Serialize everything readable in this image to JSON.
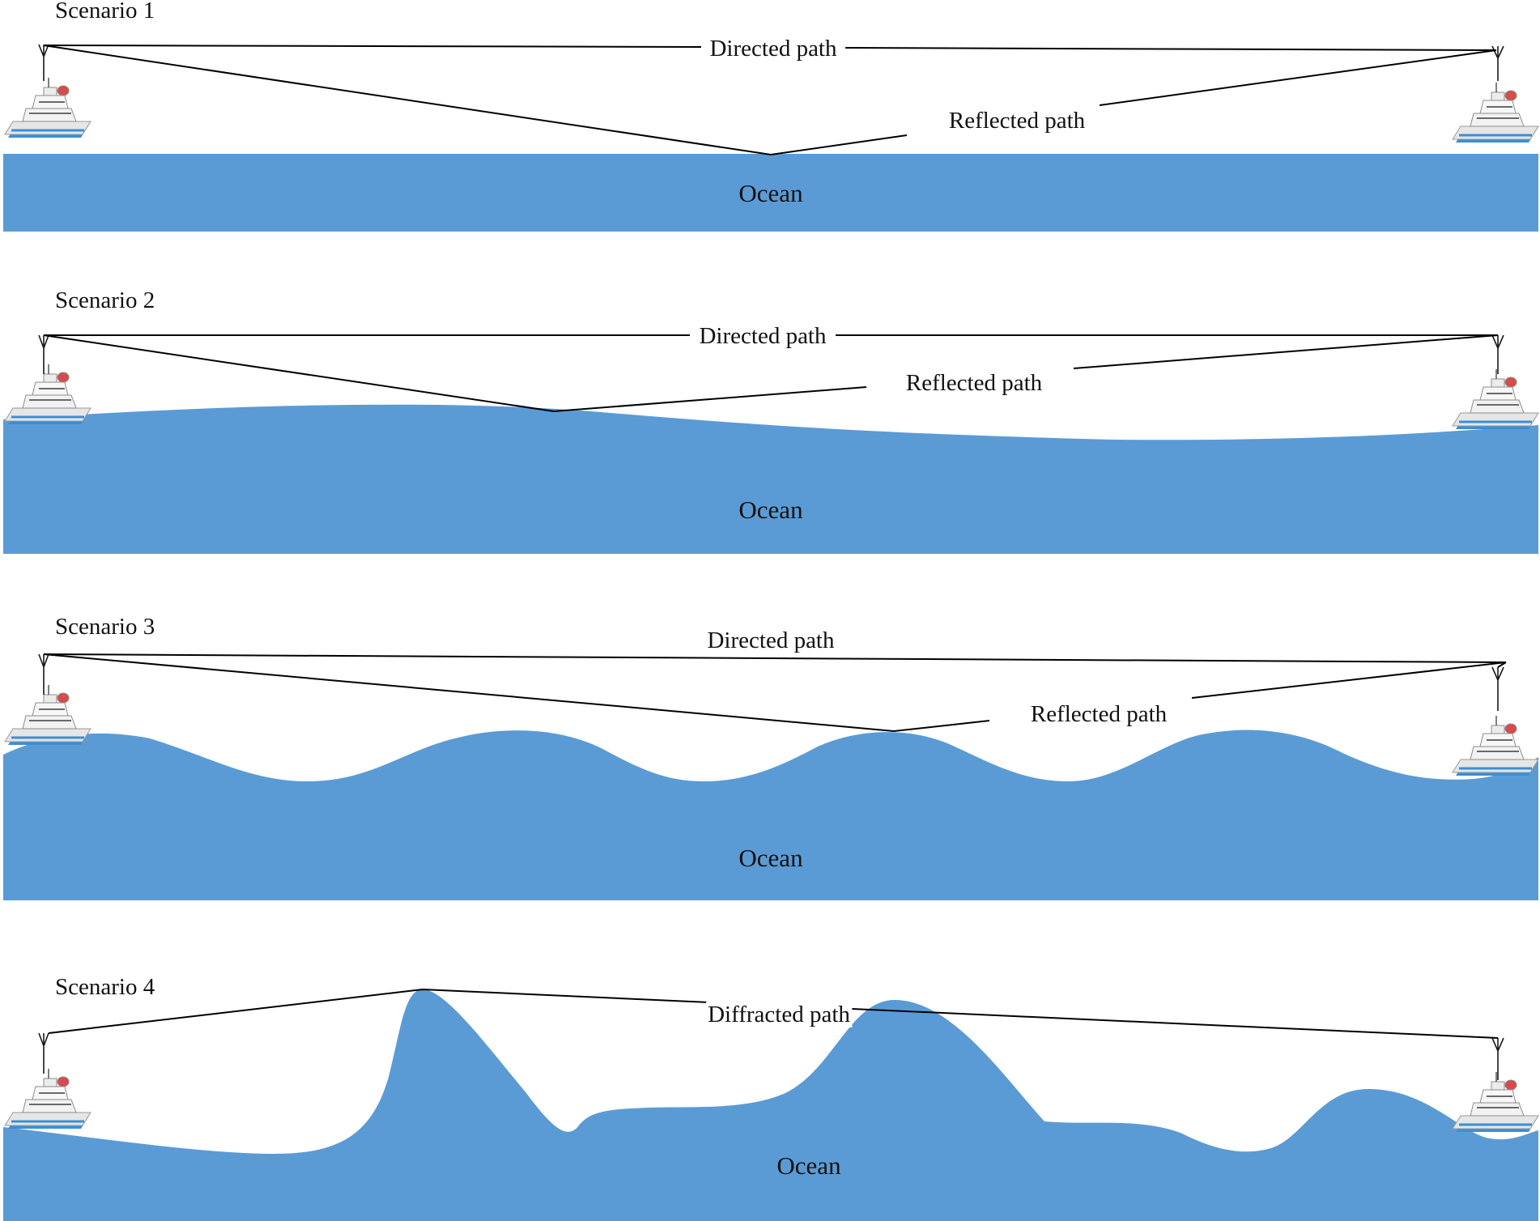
{
  "colors": {
    "ocean": "#5b9bd5",
    "ray": "#000000",
    "ship_hull": "#e6e6e6",
    "ship_stripe": "#3a8fd6"
  },
  "icons": {
    "ship": "ship-icon",
    "antenna": "antenna-icon"
  },
  "scenarios": [
    {
      "title": "Scenario 1",
      "path1_label": "Directed path",
      "path2_label": "Reflected path",
      "ocean_label": "Ocean"
    },
    {
      "title": "Scenario 2",
      "path1_label": "Directed path",
      "path2_label": "Reflected path",
      "ocean_label": "Ocean"
    },
    {
      "title": "Scenario 3",
      "path1_label": "Directed path",
      "path2_label": "Reflected path",
      "ocean_label": "Ocean"
    },
    {
      "title": "Scenario 4",
      "path1_label": "Diffracted path",
      "ocean_label": "Ocean"
    }
  ]
}
